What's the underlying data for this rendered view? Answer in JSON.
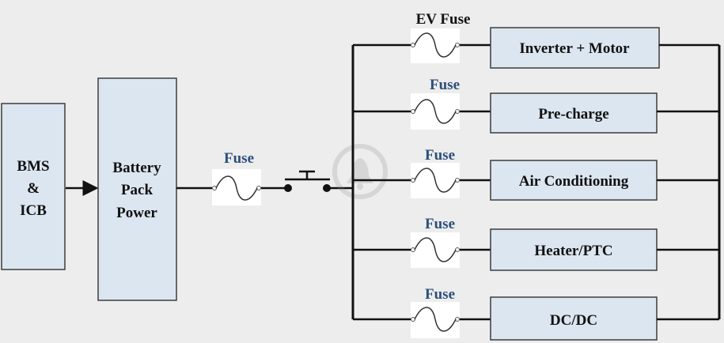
{
  "colors": {
    "background": "#ededed",
    "box_fill": "#dce6f1",
    "box_stroke": "#3d3d3d",
    "wire": "#111111",
    "fuse_label": "#2c4f7c",
    "fuse_bg": "#ffffff"
  },
  "blocks": {
    "bms": [
      "BMS",
      "&",
      "ICB"
    ],
    "battery": [
      "Battery",
      "Pack",
      "Power"
    ]
  },
  "main_fuse_label": "Fuse",
  "branches": [
    {
      "fuse_label": "EV Fuse",
      "load": "Inverter + Motor"
    },
    {
      "fuse_label": "Fuse",
      "load": "Pre-charge"
    },
    {
      "fuse_label": "Fuse",
      "load": "Air Conditioning"
    },
    {
      "fuse_label": "Fuse",
      "load": "Heater/PTC"
    },
    {
      "fuse_label": "Fuse",
      "load": "DC/DC"
    }
  ],
  "icons": {
    "switch": "push-button-switch-icon",
    "fuse": "fuse-icon",
    "arrow": "arrow-right-icon",
    "watermark": "watermark-logo"
  }
}
